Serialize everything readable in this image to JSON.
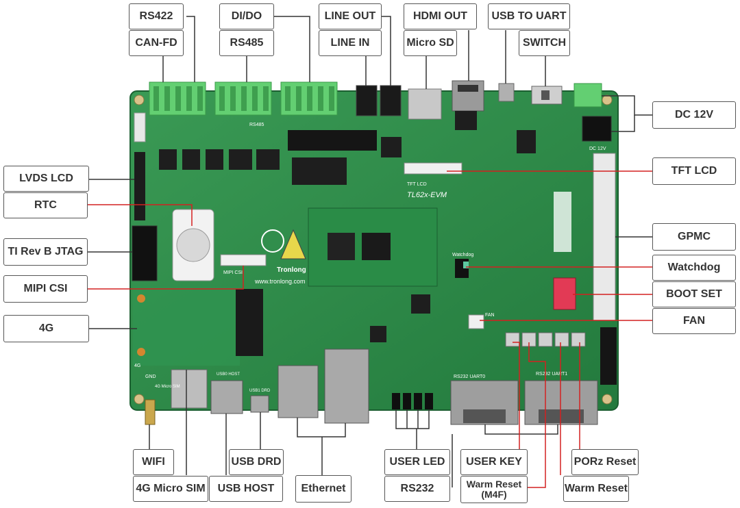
{
  "labels": {
    "rs422": "RS422",
    "can_fd": "CAN-FD",
    "di_do": "DI/DO",
    "rs485": "RS485",
    "line_out": "LINE OUT",
    "line_in": "LINE IN",
    "hdmi_out": "HDMI OUT",
    "micro_sd": "Micro SD",
    "usb_to_uart": "USB TO UART",
    "switch": "SWITCH",
    "dc_12v": "DC 12V",
    "lvds_lcd": "LVDS LCD",
    "rtc": "RTC",
    "ti_jtag": "TI Rev B JTAG",
    "mipi_csi": "MIPI CSI",
    "4g": "4G",
    "tft_lcd": "TFT LCD",
    "gpmc": "GPMC",
    "watchdog": "Watchdog",
    "boot_set": "BOOT SET",
    "fan": "FAN",
    "wifi": "WIFI",
    "4g_micro_sim": "4G Micro SIM",
    "usb_drd": "USB DRD",
    "usb_host": "USB HOST",
    "ethernet": "Ethernet",
    "user_led": "USER LED",
    "rs232": "RS232",
    "user_key": "USER KEY",
    "warm_reset_m4f": "Warm Reset\n(M4F)",
    "porz_reset": "PORz Reset",
    "warm_reset": "Warm Reset"
  },
  "board": {
    "model": "TL62x-EVM",
    "brand": "Tronlong",
    "website": "www.tronlong.com",
    "silk_rs485": "RS485",
    "silk_dc": "DC 12V",
    "silk_tft": "TFT LCD",
    "silk_fan": "FAN",
    "silk_watchdog": "Watchdog",
    "silk_mipi": "MIPI CSI",
    "silk_rs232": "RS232 UART0",
    "silk_uart1": "RS232 UART1",
    "silk_usb_host": "USB0 HOST",
    "silk_usb_drd": "USB1 DRD",
    "silk_4g": "4G",
    "silk_gnd": "GND",
    "silk_sim": "4G Micro SIM"
  },
  "colors": {
    "pcb": "#2d8a4a",
    "pcb_dark": "#1f6e38",
    "connector_green": "#5fcf6e",
    "line_red": "#d42020",
    "line_dark": "#333333",
    "dip_red": "#e23a55"
  }
}
